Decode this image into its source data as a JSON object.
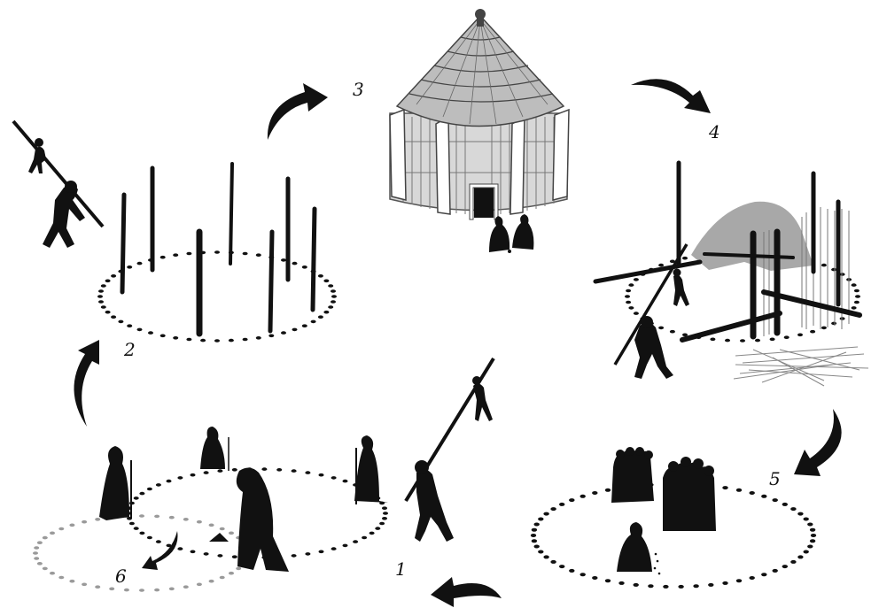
{
  "steps": [
    {
      "id": "1",
      "label": "1"
    },
    {
      "id": "2",
      "label": "2"
    },
    {
      "id": "3",
      "label": "3"
    },
    {
      "id": "4",
      "label": "4"
    },
    {
      "id": "5",
      "label": "5"
    },
    {
      "id": "6",
      "label": "6"
    }
  ],
  "colors": {
    "ink": "#111111",
    "thatch": "#bdbdbd",
    "wall": "#d6d6d6",
    "light_lines": "#9a9a9a"
  }
}
